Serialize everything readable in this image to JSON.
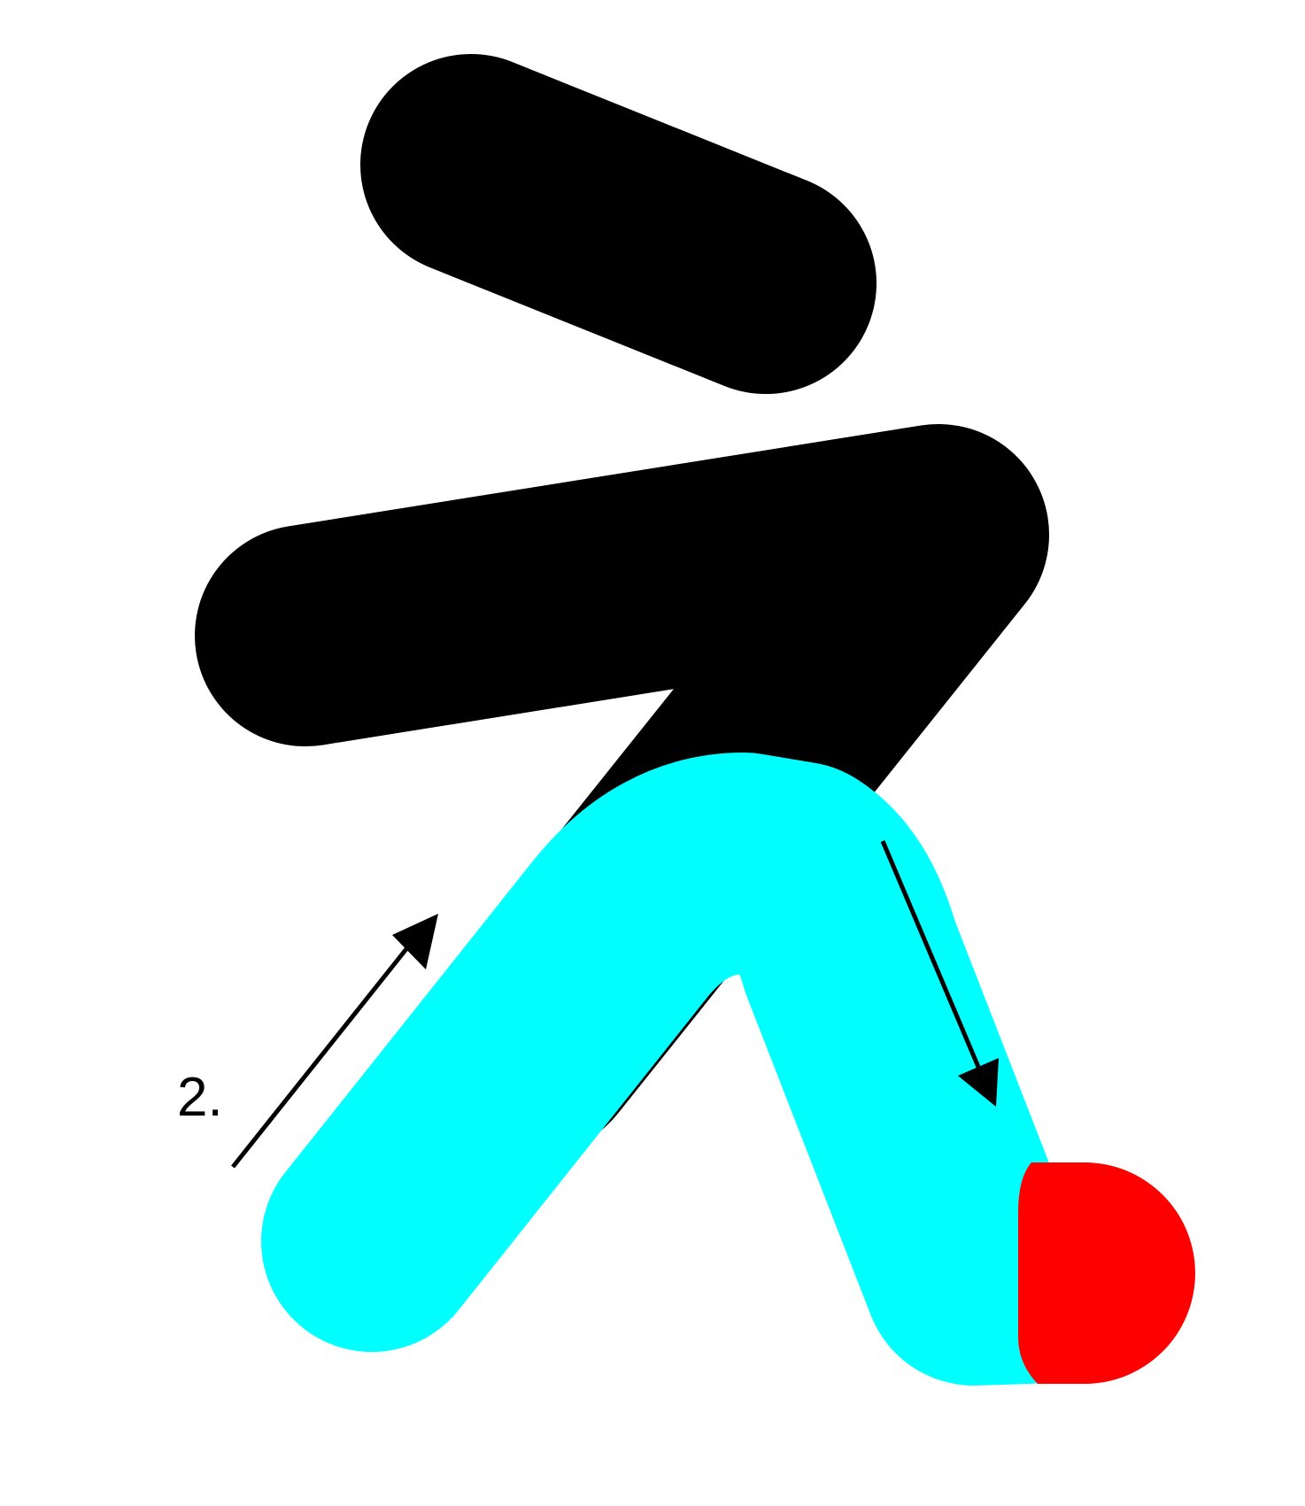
{
  "diagram": {
    "step_label": "2.",
    "colors": {
      "background": "#ffffff",
      "upper_strokes": "#000000",
      "lower_stroke": "#00ffff",
      "stroke_end": "#ff0000",
      "arrows": "#000000"
    },
    "strokes": [
      {
        "name": "upper-short-stroke",
        "color_key": "upper_strokes"
      },
      {
        "name": "upper-long-stroke",
        "color_key": "upper_strokes"
      },
      {
        "name": "lower-highlighted-stroke",
        "color_key": "lower_stroke"
      },
      {
        "name": "stroke-end-cap",
        "color_key": "stroke_end"
      }
    ],
    "arrows": [
      {
        "name": "arrow-up-right",
        "direction": "up-right"
      },
      {
        "name": "arrow-down-right",
        "direction": "down-right"
      }
    ]
  }
}
